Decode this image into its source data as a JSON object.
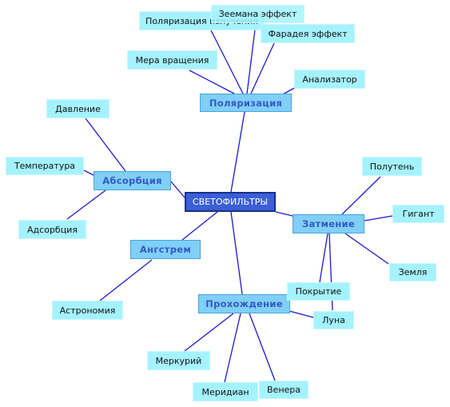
{
  "center": {
    "label": "СВЕТОФИЛЬТРЫ"
  },
  "branches": {
    "polarization": {
      "label": "Поляризация"
    },
    "absorption": {
      "label": "Абсорбция"
    },
    "eclipse": {
      "label": "Затмение"
    },
    "angstrom": {
      "label": "Ангстрем"
    },
    "transit": {
      "label": "Прохождение"
    }
  },
  "leaves": {
    "polarization_radiation": {
      "label": "Поляризация излучения"
    },
    "zeeman_effect": {
      "label": "Зеемана эффект"
    },
    "faraday_effect": {
      "label": "Фарадея эффект"
    },
    "rotation_measure": {
      "label": "Мера вращения"
    },
    "analyzer": {
      "label": "Анализатор"
    },
    "pressure": {
      "label": "Давление"
    },
    "temperature": {
      "label": "Температура"
    },
    "adsorption": {
      "label": "Адсорбция"
    },
    "penumbra": {
      "label": "Полутень"
    },
    "giant": {
      "label": "Гигант"
    },
    "earth": {
      "label": "Земля"
    },
    "coverage": {
      "label": "Покрытие"
    },
    "moon": {
      "label": "Луна"
    },
    "astronomy": {
      "label": "Астрономия"
    },
    "mercury": {
      "label": "Меркурий"
    },
    "meridian": {
      "label": "Меридиан"
    },
    "venus": {
      "label": "Венера"
    }
  }
}
